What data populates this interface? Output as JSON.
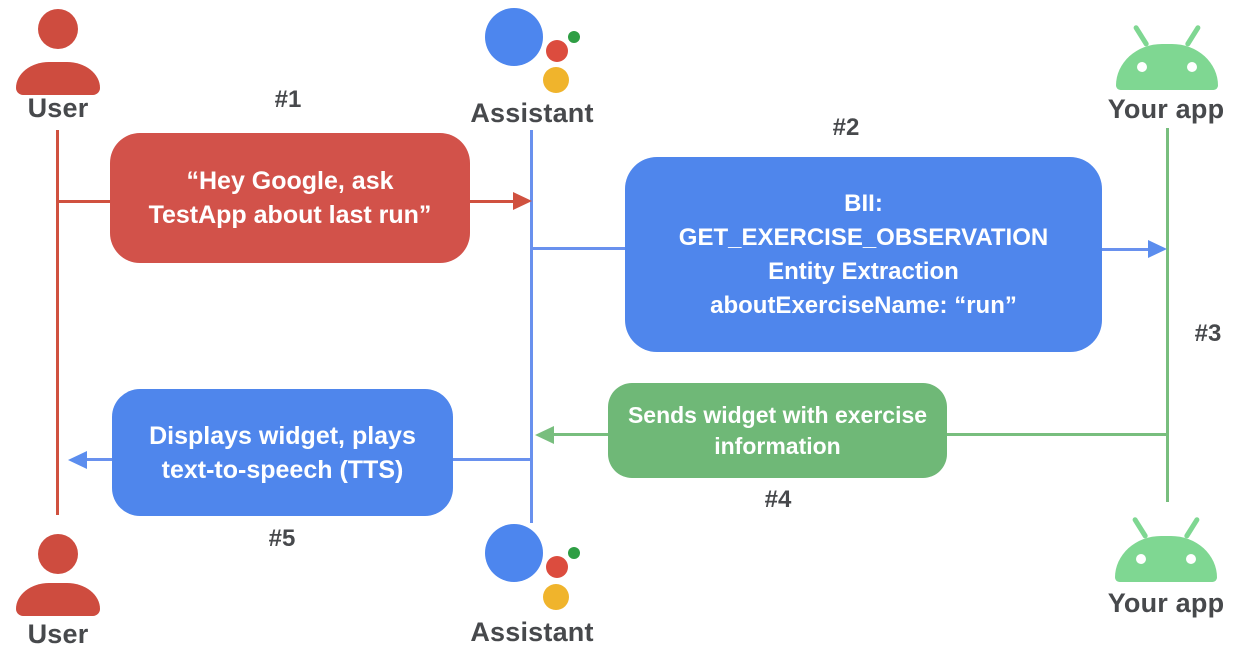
{
  "diagram": {
    "type": "sequence-diagram",
    "actors": {
      "user_top": {
        "label": "User"
      },
      "assistant_top": {
        "label": "Assistant"
      },
      "app_top": {
        "label": "Your app"
      },
      "user_bottom": {
        "label": "User"
      },
      "assistant_bottom": {
        "label": "Assistant"
      },
      "app_bottom": {
        "label": "Your app"
      }
    },
    "steps": {
      "s1": "#1",
      "s2": "#2",
      "s3": "#3",
      "s4": "#4",
      "s5": "#5"
    },
    "messages": {
      "m1": {
        "from": "User",
        "to": "Assistant",
        "text": "“Hey Google, ask\nTestApp about last run”"
      },
      "m2": {
        "from": "Assistant",
        "to": "Your app",
        "text": "BII:\nGET_EXERCISE_OBSERVATION\nEntity Extraction\naboutExerciseName: “run”"
      },
      "m4": {
        "from": "Your app",
        "to": "Assistant",
        "text": "Sends widget with exercise\ninformation"
      },
      "m5": {
        "from": "Assistant",
        "to": "User",
        "text": "Displays widget, plays\ntext-to-speech (TTS)"
      }
    },
    "colors": {
      "user_red": "#CE4C3F",
      "box_red": "#D2524A",
      "assistant_blue": "#4D86EE",
      "box_blue": "#4F86EC",
      "line_blue": "#6991EE",
      "box_green": "#6FB877",
      "line_green": "#78BE7E",
      "android_green": "#7FD792",
      "assistant_dot_green": "#2E9E44",
      "assistant_dot_yellow": "#F0B42C",
      "assistant_dot_red": "#DC4C3E",
      "label_gray": "#47494C",
      "box_text": "#FFFFFF"
    }
  }
}
